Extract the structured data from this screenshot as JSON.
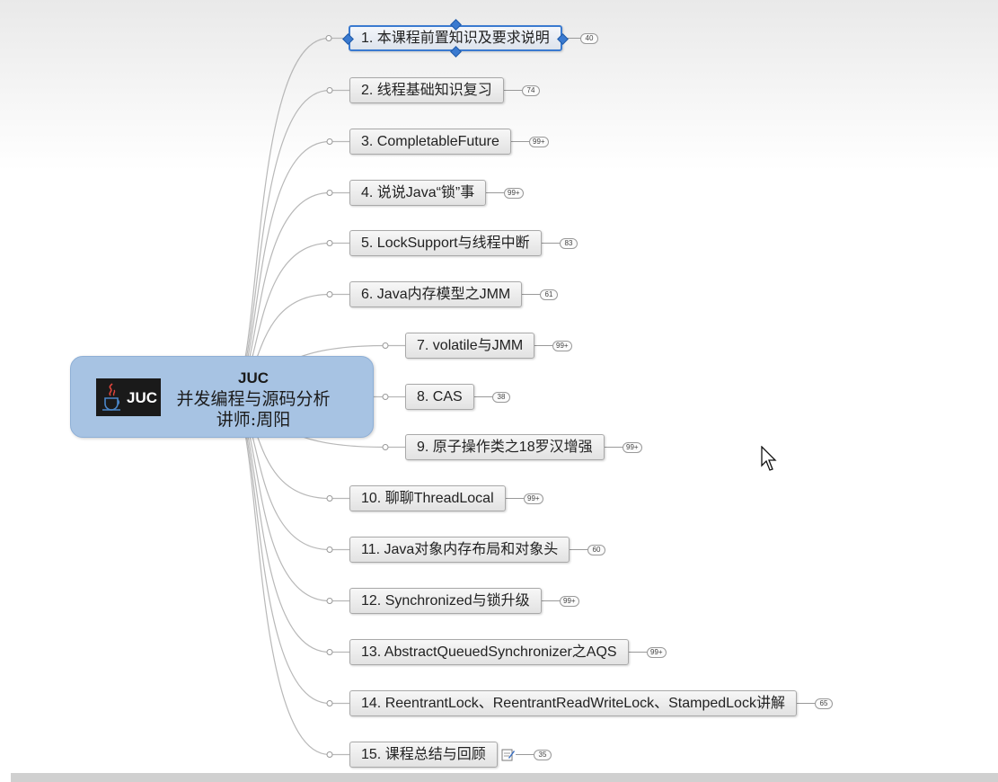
{
  "root": {
    "logo_text": "JUC",
    "title": "JUC",
    "subtitle": "并发编程与源码分析",
    "teacher": "讲师:周阳",
    "logo_icon": "java-cup-icon"
  },
  "topics": [
    {
      "label": "1. 本课程前置知识及要求说明",
      "count": "40"
    },
    {
      "label": "2. 线程基础知识复习",
      "count": "74"
    },
    {
      "label": "3. CompletableFuture",
      "count": "99+"
    },
    {
      "label": "4. 说说Java“锁”事",
      "count": "99+"
    },
    {
      "label": "5. LockSupport与线程中断",
      "count": "83"
    },
    {
      "label": "6. Java内存模型之JMM",
      "count": "61"
    },
    {
      "label": "7. volatile与JMM",
      "count": "99+"
    },
    {
      "label": "8. CAS",
      "count": "38"
    },
    {
      "label": "9. 原子操作类之18罗汉增强",
      "count": "99+"
    },
    {
      "label": "10. 聊聊ThreadLocal",
      "count": "99+"
    },
    {
      "label": "11. Java对象内存布局和对象头",
      "count": "60"
    },
    {
      "label": "12. Synchronized与锁升级",
      "count": "99+"
    },
    {
      "label": "13. AbstractQueuedSynchronizer之AQS",
      "count": "99+"
    },
    {
      "label": "14. ReentrantLock、ReentrantReadWriteLock、StampedLock讲解",
      "count": "65"
    },
    {
      "label": "15. 课程总结与回顾",
      "count": "35"
    }
  ],
  "colors": {
    "root_fill": "#a7c3e3",
    "selection": "#3a7ad0",
    "connector": "#b8b8b8"
  },
  "icons": {
    "note": "note-edit-icon",
    "cursor": "mouse-pointer-icon"
  }
}
